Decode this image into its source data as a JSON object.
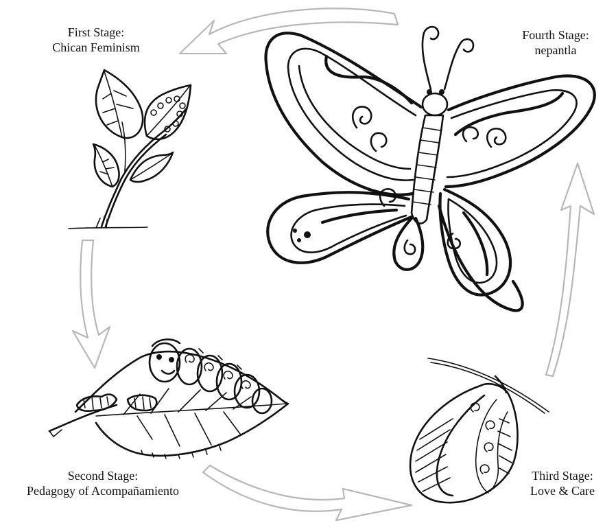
{
  "stages": [
    {
      "line1": "First Stage:",
      "line2": "Chican Feminism",
      "icon": "sprout-icon"
    },
    {
      "line1": "Second Stage:",
      "line2": "Pedagogy of Acompañamiento",
      "icon": "caterpillar-on-leaf-icon"
    },
    {
      "line1": "Third Stage:",
      "line2": "Love & Care",
      "icon": "chrysalis-icon"
    },
    {
      "line1": "Fourth Stage:",
      "line2": "nepantla",
      "icon": "butterfly-icon"
    }
  ],
  "colors": {
    "ink": "#111111",
    "arrow_stroke": "#b7b7b7",
    "background": "#ffffff"
  }
}
